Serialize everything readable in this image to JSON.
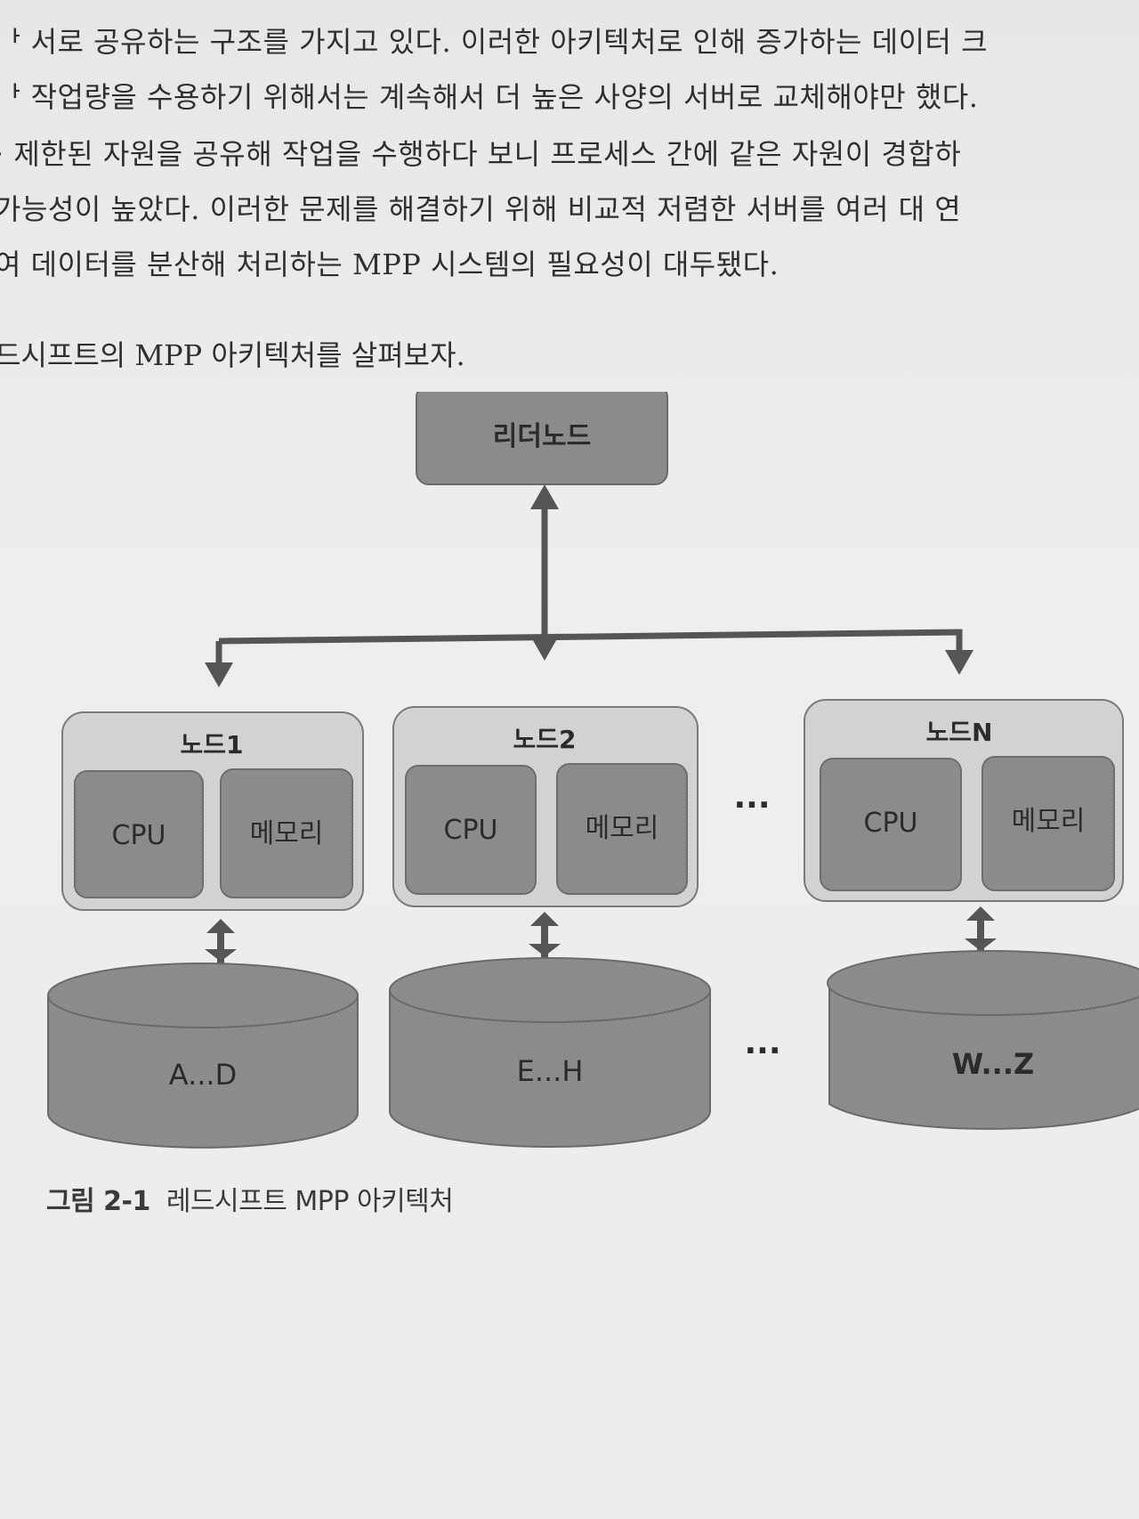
{
  "body_lines": [
    "ᅡ 서로 공유하는 구조를 가지고 있다. 이러한 아키텍처로 인해 증가하는 데이터 크",
    "ᅡ 작업량을 수용하기 위해서는 계속해서 더 높은 사양의 서버로 교체해야만 했다.",
    "· 제한된 자원을 공유해 작업을 수행하다 보니 프로세스 간에 같은 자원이 경합하",
    " 가능성이 높았다. 이러한 문제를 해결하기 위해 비교적 저렴한 서버를 여러 대 연",
    "여 데이터를 분산해 처리하는 MPP 시스템의 필요성이 대두됐다."
  ],
  "intro_line": "드시프트의 MPP 아키텍처를 살펴보자.",
  "diagram": {
    "leader": "리더노드",
    "ellipsis": "···",
    "nodes": [
      {
        "title": "노드1",
        "cpu": "CPU",
        "memory": "메모리",
        "storage": "A...D"
      },
      {
        "title": "노드2",
        "cpu": "CPU",
        "memory": "메모리",
        "storage": "E...H"
      },
      {
        "title": "노드N",
        "cpu": "CPU",
        "memory": "메모리",
        "storage": "W...Z"
      }
    ]
  },
  "caption": {
    "number": "그림 2-1",
    "text": "레드시프트 MPP 아키텍처"
  },
  "colors": {
    "paper": "#ececec",
    "box_dark": "#8e8e8e",
    "box_light": "#d9d9d9",
    "line": "#565656"
  }
}
